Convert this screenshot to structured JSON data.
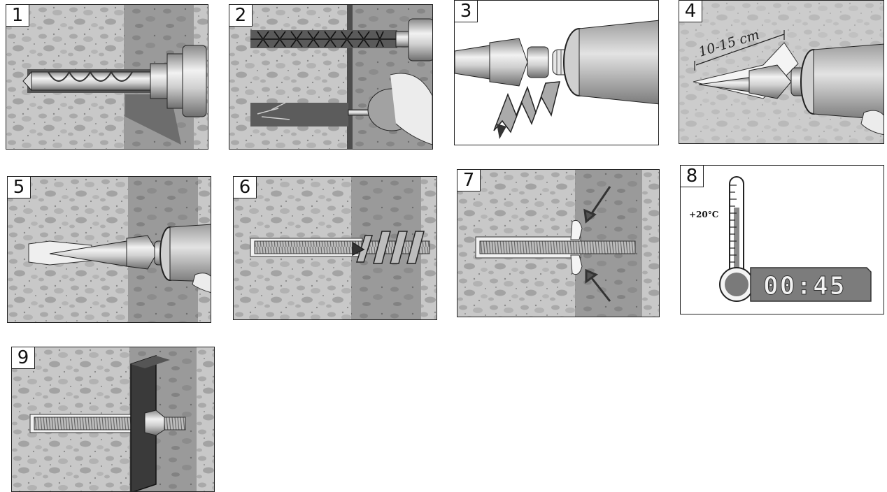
{
  "steps": [
    {
      "number": "1",
      "action": "drill-hole"
    },
    {
      "number": "2",
      "action": "brush-and-blow-out-hole"
    },
    {
      "number": "3",
      "action": "screw-mixer-nozzle-onto-cartridge"
    },
    {
      "number": "4",
      "action": "discard-first-extrusion",
      "dimension_label": "10-15 cm"
    },
    {
      "number": "5",
      "action": "inject-mortar"
    },
    {
      "number": "6",
      "action": "insert-threaded-rod-with-twist"
    },
    {
      "number": "7",
      "action": "check-mortar-overflow"
    },
    {
      "number": "8",
      "action": "wait-curing-time",
      "temperature_label": "+20°C",
      "timer_label": "00:45"
    },
    {
      "number": "9",
      "action": "mount-fixture-and-tighten-nut"
    }
  ],
  "colors": {
    "concrete": "#c9c9c9",
    "concrete_dark": "#9d9d9d",
    "wall_shade": "#8f8f8f",
    "metal": "#d9d9d9",
    "outline": "#222222",
    "mortar": "#efefef",
    "timer_bg": "#7c7c7c"
  }
}
